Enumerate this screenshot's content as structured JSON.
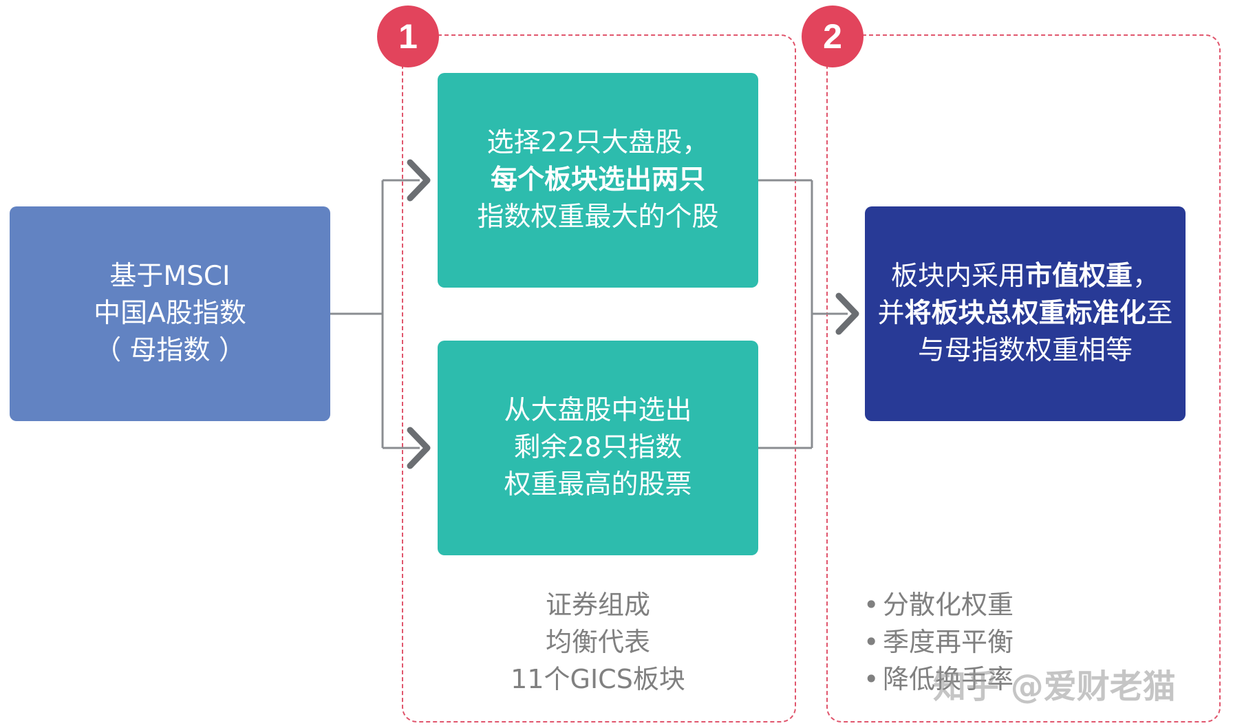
{
  "source": {
    "lines": [
      "基于MSCI",
      "中国A股指数",
      "（ 母指数 ）"
    ],
    "color": "#6283c2"
  },
  "step1": {
    "badge": "1",
    "select_top": {
      "line1": "选择22只大盘股，",
      "line2_bold": "每个板块选出两只",
      "line3": "指数权重最大的个股"
    },
    "select_bottom": {
      "lines": [
        "从大盘股中选出",
        "剩余28只指数",
        "权重最高的股票"
      ]
    },
    "caption": [
      "证券组成",
      "均衡代表",
      "11个GICS板块"
    ],
    "color": "#2dbcad"
  },
  "step2": {
    "badge": "2",
    "result": {
      "line1_plain": "板块内采用",
      "line1_bold": "市值权重",
      "line1_tail": "，",
      "line2_plain": "并",
      "line2_bold": "将板块总权重标准化",
      "line2_tail": "至",
      "line3": "与母指数权重相等"
    },
    "features": [
      "分散化权重",
      "季度再平衡",
      "降低换手率"
    ],
    "color": "#283a96"
  },
  "watermark": "知乎 @爱财老猫",
  "accent": "#e2445c",
  "connector_color": "#8a8d91"
}
